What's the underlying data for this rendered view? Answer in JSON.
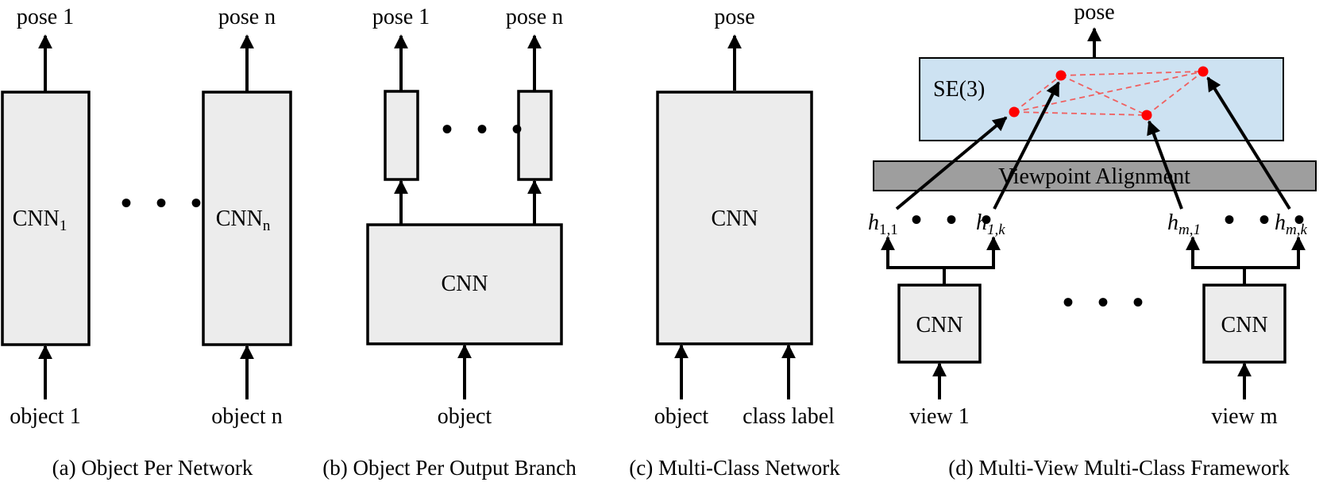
{
  "panels": {
    "a": {
      "caption": "(a) Object Per Network",
      "outputs": [
        "pose 1",
        "pose n"
      ],
      "networks": [
        {
          "base": "CNN",
          "sub": "1"
        },
        {
          "base": "CNN",
          "sub": "n"
        }
      ],
      "inputs": [
        "object 1",
        "object n"
      ]
    },
    "b": {
      "caption": "(b) Object Per Output Branch",
      "outputs": [
        "pose 1",
        "pose n"
      ],
      "trunk": "CNN",
      "input": "object"
    },
    "c": {
      "caption": "(c) Multi-Class Network",
      "output": "pose",
      "network": "CNN",
      "inputs": [
        "object",
        "class label"
      ]
    },
    "d": {
      "caption": "(d) Multi-View Multi-Class Framework",
      "output": "pose",
      "manifold": "SE(3)",
      "alignment": "Viewpoint Alignment",
      "hypotheses": [
        {
          "base": "h",
          "sub": "1,1"
        },
        {
          "base": "h",
          "sub": "1,k"
        },
        {
          "base": "h",
          "sub": "m,1"
        },
        {
          "base": "h",
          "sub": "m,k"
        }
      ],
      "networks": [
        "CNN",
        "CNN"
      ],
      "inputs": [
        "view 1",
        "view m"
      ]
    }
  },
  "ellipsis": "• • •",
  "colors": {
    "box_fill": "#ececec",
    "se3_fill": "#cde2f2",
    "alignment_fill": "#9e9e9e",
    "point": "#ff0000",
    "dashed_line": "#f06060"
  }
}
